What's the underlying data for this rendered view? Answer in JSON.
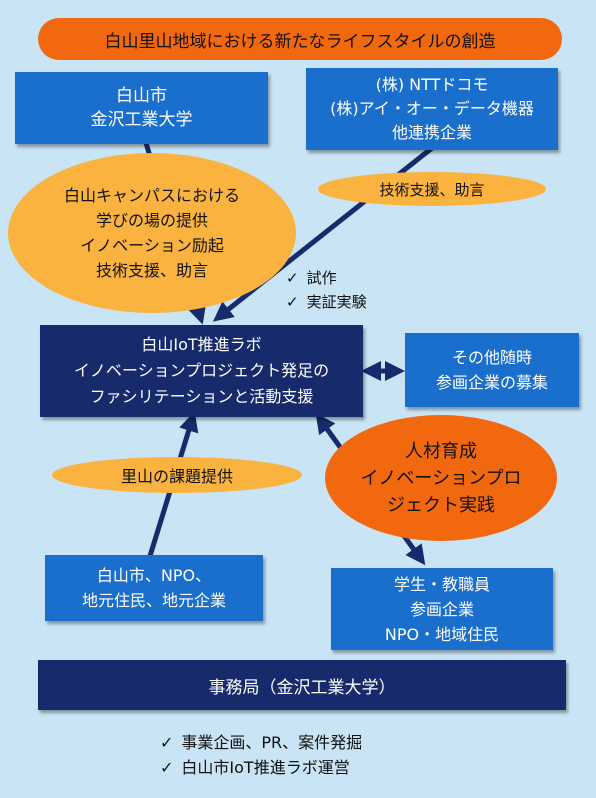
{
  "title": "白山里山地域における新たなライフスタイルの創造",
  "boxes": {
    "hakusan_city_kit": [
      "白山市",
      "金沢工業大学"
    ],
    "ntt_partners": [
      "(株) NTTドコモ",
      "(株)アイ・オー・データ機器",
      "他連携企業"
    ],
    "center_lab": [
      "白山IoT推進ラボ",
      "イノベーションプロジェクト発足の",
      "ファシリテーションと活動支援"
    ],
    "other_partners": [
      "その他随時",
      "参画企業の募集"
    ],
    "local_partners": [
      "白山市、NPO、",
      "地元住民、地元企業"
    ],
    "participants": [
      "学生・教職員",
      "参画企業",
      "NPO・地域住民"
    ],
    "secretariat": "事務局（金沢工業大学）"
  },
  "ellipses": {
    "campus_support": [
      "白山キャンパスにおける",
      "学びの場の提供",
      "イノベーション励起",
      "技術支援、助言"
    ],
    "tech_support": "技術支援、助言",
    "satoyama_issues": "里山の課題提供",
    "talent": [
      "人材育成",
      "イノベーションプロ",
      "ジェクト実践"
    ]
  },
  "checklist_mid": [
    "試作",
    "実証実験"
  ],
  "checklist_bottom": [
    "事業企画、PR、案件発掘",
    "白山市IoT推進ラボ運営"
  ],
  "check_glyph": "✓",
  "colors": {
    "background": "#c9e4f5",
    "box_blue": "#1a6fcd",
    "box_navy": "#172a6b",
    "ellipse_yellow": "#f9b33e",
    "ellipse_orange": "#f2680f",
    "arrow": "#172a6b"
  }
}
